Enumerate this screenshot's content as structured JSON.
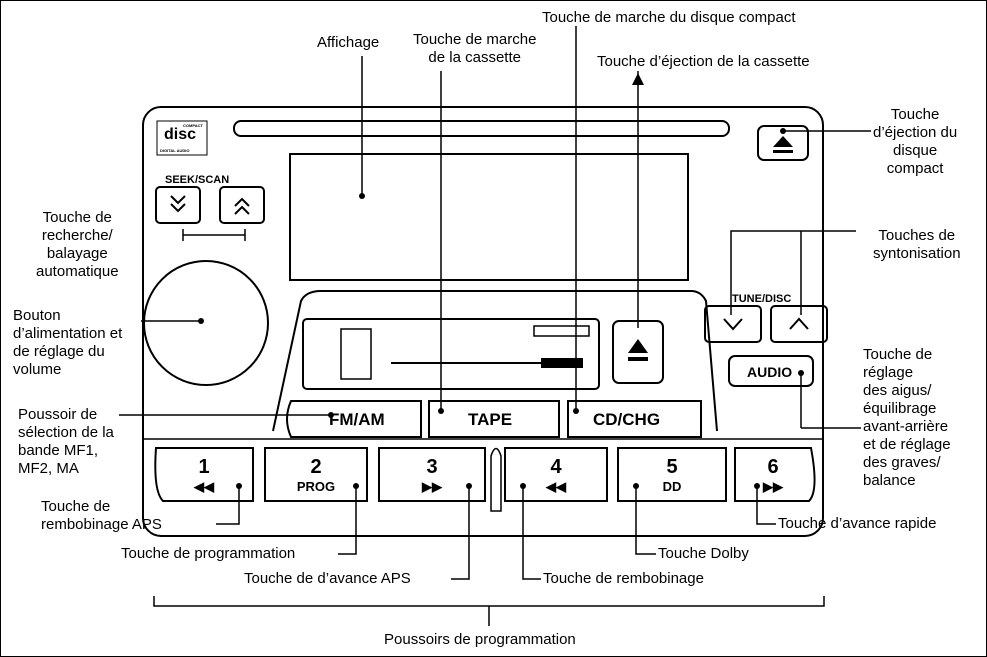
{
  "labels": {
    "affichage": "Affichage",
    "cassette_play_1": "Touche de marche",
    "cassette_play_2": "de la cassette",
    "cd_play": "Touche de marche du disque compact",
    "cassette_eject": "Touche d’éjection de la cassette",
    "cd_eject_1": "Touche",
    "cd_eject_2": "d’éjection du",
    "cd_eject_3": "disque",
    "cd_eject_4": "compact",
    "seek_1": "Touche de",
    "seek_2": "recherche/",
    "seek_3": "balayage",
    "seek_4": "automatique",
    "tune_1": "Touches de",
    "tune_2": "syntonisation",
    "power_1": "Bouton",
    "power_2": "d’alimentation et",
    "power_3": "de réglage du",
    "power_4": "volume",
    "band_1": "Poussoir de",
    "band_2": "sélection de la",
    "band_3": "bande MF1,",
    "band_4": "MF2, MA",
    "audio_1": "Touche de",
    "audio_2": "réglage",
    "audio_3": "des aigus/",
    "audio_4": "équilibrage",
    "audio_5": "avant-arrière",
    "audio_6": "et de réglage",
    "audio_7": "des graves/",
    "audio_8": "balance",
    "aps_rew_1": "Touche de",
    "aps_rew_2": "rembobinage APS",
    "prog": "Touche de programmation",
    "aps_ff": "Touche de d’avance APS",
    "rewind": "Touche de rembobinage",
    "dolby": "Touche Dolby",
    "ffwd": "Touche d’avance rapide",
    "presets": "Poussoirs de programmation"
  },
  "unit": {
    "logo_line1": "disc",
    "logo_line2": "COMPACT",
    "logo_line3": "DIGITAL AUDIO",
    "seek_scan": "SEEK/SCAN",
    "tune_disc": "TUNE/DISC",
    "audio": "AUDIO",
    "fm_am": "FM/AM",
    "tape": "TAPE",
    "cd_chg": "CD/CHG",
    "preset_buttons": [
      {
        "num": "1",
        "sym": "◀◀"
      },
      {
        "num": "2",
        "sym": "PROG"
      },
      {
        "num": "3",
        "sym": "▶▶"
      },
      {
        "num": "4",
        "sym": "◀◀"
      },
      {
        "num": "5",
        "sym": "DD"
      },
      {
        "num": "6",
        "sym": "▶▶"
      }
    ]
  }
}
